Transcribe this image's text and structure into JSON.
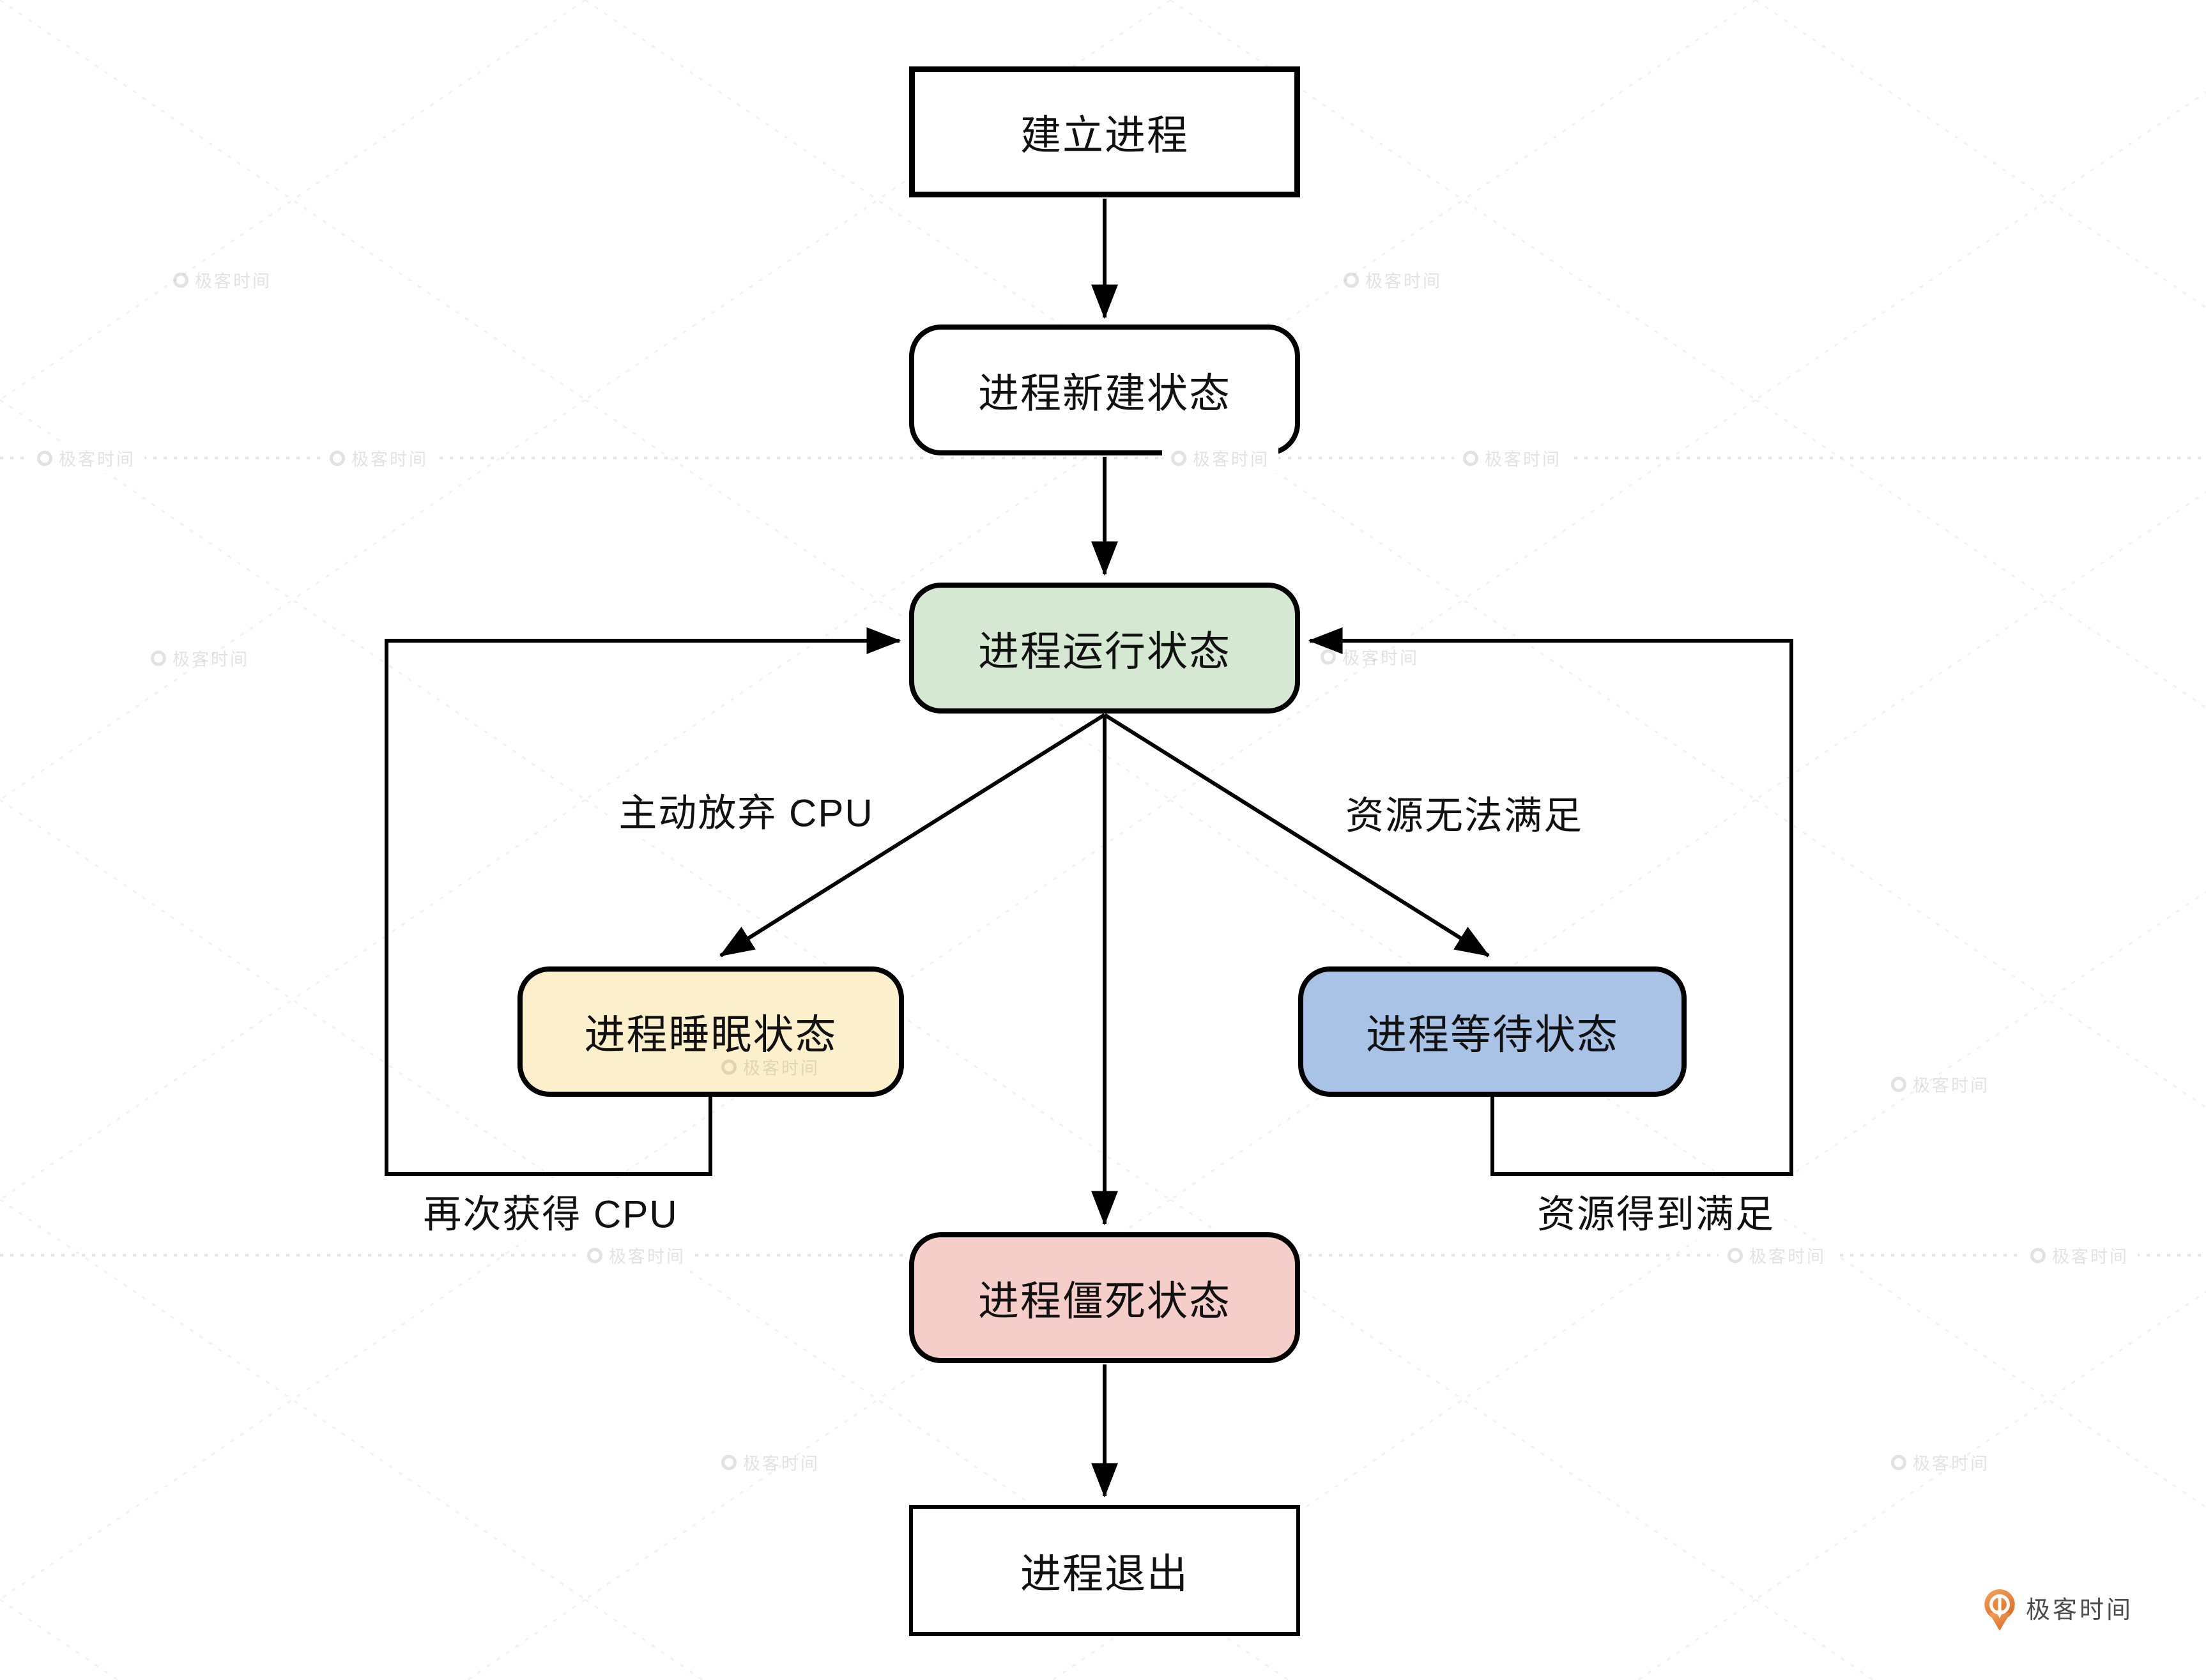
{
  "diagram": {
    "nodes": {
      "create": {
        "label": "建立进程",
        "fill": "#ffffff",
        "shape": "rectangle"
      },
      "new": {
        "label": "进程新建状态",
        "fill": "#ffffff",
        "shape": "rounded"
      },
      "running": {
        "label": "进程运行状态",
        "fill": "#d5e8d2",
        "shape": "rounded"
      },
      "sleep": {
        "label": "进程睡眠状态",
        "fill": "#fcf0cc",
        "shape": "rounded"
      },
      "wait": {
        "label": "进程等待状态",
        "fill": "#a9c3e6",
        "shape": "rounded"
      },
      "zombie": {
        "label": "进程僵死状态",
        "fill": "#f5cdc9",
        "shape": "rounded"
      },
      "exit": {
        "label": "进程退出",
        "fill": "#ffffff",
        "shape": "rectangle"
      }
    },
    "edge_labels": {
      "give_up_cpu": "主动放弃 CPU",
      "resource_unmet": "资源无法满足",
      "regain_cpu": "再次获得 CPU",
      "resource_met": "资源得到满足"
    },
    "edges": [
      {
        "from": "建立进程",
        "to": "进程新建状态",
        "label": ""
      },
      {
        "from": "进程新建状态",
        "to": "进程运行状态",
        "label": ""
      },
      {
        "from": "进程运行状态",
        "to": "进程睡眠状态",
        "label": "主动放弃 CPU"
      },
      {
        "from": "进程运行状态",
        "to": "进程等待状态",
        "label": "资源无法满足"
      },
      {
        "from": "进程运行状态",
        "to": "进程僵死状态",
        "label": ""
      },
      {
        "from": "进程睡眠状态",
        "to": "进程运行状态",
        "label": "再次获得 CPU"
      },
      {
        "from": "进程等待状态",
        "to": "进程运行状态",
        "label": "资源得到满足"
      },
      {
        "from": "进程僵死状态",
        "to": "进程退出",
        "label": ""
      }
    ],
    "stroke_color": "#000000"
  },
  "watermark": {
    "text": "极客时间"
  },
  "footer_logo": {
    "text": "极客时间",
    "accent_color": "#ed7d31"
  }
}
